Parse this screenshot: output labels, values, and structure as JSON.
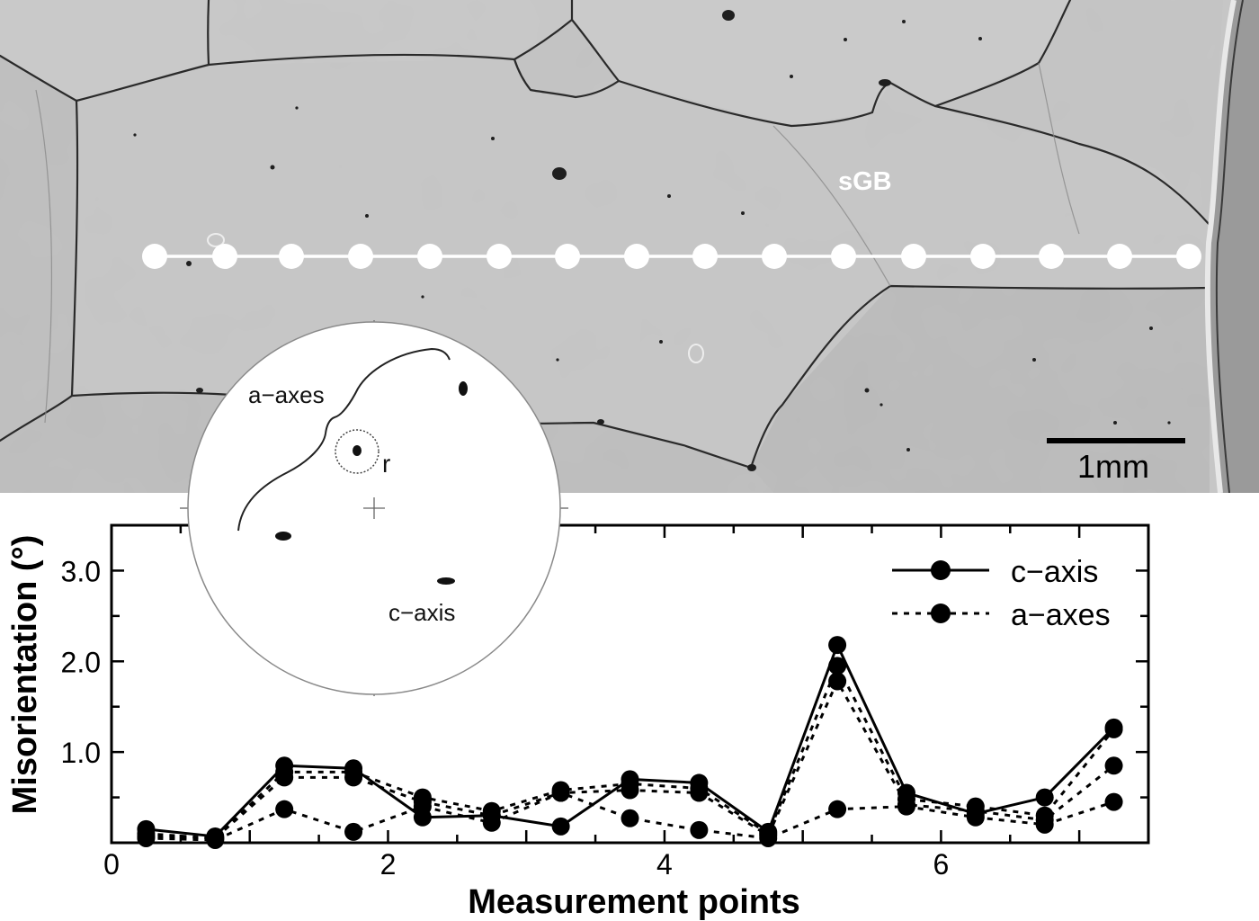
{
  "micrograph": {
    "label_sgb": "sGB",
    "scale_bar_label": "1mm"
  },
  "pole_figure": {
    "label_a_axes": "a−axes",
    "label_c_axis": "c−axis",
    "label_r": "r"
  },
  "chart_data": {
    "type": "line",
    "title": "",
    "xlabel": "Measurement points",
    "ylabel": "Misorientation (°)",
    "xlim": [
      0,
      7.5
    ],
    "ylim": [
      0,
      3.5
    ],
    "xticks": [
      0,
      2,
      4,
      6
    ],
    "xtick_labels": [
      "0",
      "2",
      "4",
      "6"
    ],
    "yticks": [
      1.0,
      2.0,
      3.0
    ],
    "ytick_labels": [
      "1.0",
      "2.0",
      "3.0"
    ],
    "legend": {
      "placement": "top-right",
      "entries": [
        {
          "label": "c−axis",
          "style": "solid"
        },
        {
          "label": "a−axes",
          "style": "dashed"
        }
      ]
    },
    "x": [
      0.25,
      0.75,
      1.25,
      1.75,
      2.25,
      2.75,
      3.25,
      3.75,
      4.25,
      4.75,
      5.25,
      5.75,
      6.25,
      6.75,
      7.25
    ],
    "series": [
      {
        "name": "c−axis",
        "style": "solid",
        "values": [
          0.15,
          0.07,
          0.85,
          0.82,
          0.28,
          0.3,
          0.18,
          0.7,
          0.66,
          0.12,
          2.18,
          0.55,
          0.32,
          0.5,
          1.27
        ]
      },
      {
        "style": "dashed",
        "values": [
          0.1,
          0.05,
          0.78,
          0.78,
          0.5,
          0.35,
          0.58,
          0.65,
          0.6,
          0.1,
          1.95,
          0.48,
          0.4,
          0.3,
          1.25
        ]
      },
      {
        "style": "dashed",
        "values": [
          0.07,
          0.05,
          0.72,
          0.72,
          0.45,
          0.3,
          0.55,
          0.58,
          0.55,
          0.08,
          1.78,
          0.42,
          0.35,
          0.25,
          0.85
        ]
      },
      {
        "style": "dashed",
        "values": [
          0.05,
          0.03,
          0.37,
          0.12,
          0.4,
          0.22,
          0.55,
          0.27,
          0.14,
          0.05,
          0.37,
          0.4,
          0.28,
          0.2,
          0.45
        ]
      }
    ]
  }
}
